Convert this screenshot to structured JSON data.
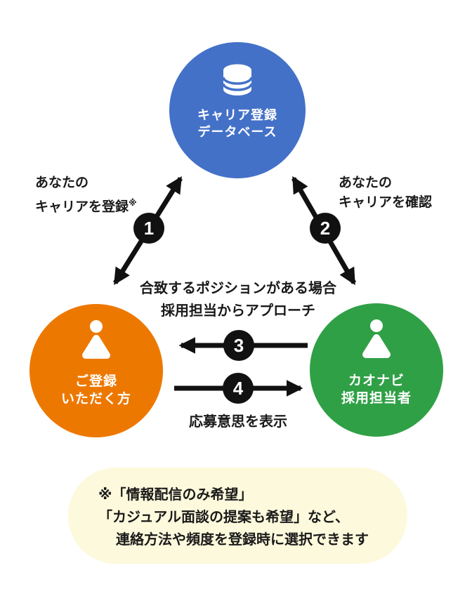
{
  "diagram": {
    "nodes": {
      "database": {
        "line1": "キャリア登録",
        "line2": "データベース",
        "color": "#4471C8",
        "icon": "database-icon"
      },
      "registrant": {
        "line1": "ご登録",
        "line2": "いただく方",
        "color": "#ED7800",
        "icon": "person-icon"
      },
      "recruiter": {
        "line1": "カオナビ",
        "line2": "採用担当者",
        "color": "#30A046",
        "icon": "person-icon"
      }
    },
    "arrows": {
      "register": {
        "num": "1",
        "line1": "あなたの",
        "line2": "キャリアを登録",
        "sup": "※"
      },
      "confirm": {
        "num": "2",
        "line1": "あなたの",
        "line2": "キャリアを確認"
      },
      "approach": {
        "num": "3",
        "line1": "合致するポジションがある場合",
        "line2": "採用担当からアプローチ"
      },
      "apply": {
        "num": "4",
        "label": "応募意思を表示"
      }
    },
    "note": {
      "bg_color": "#FDF9DC",
      "lines": [
        "※「情報配信のみ希望」",
        "「カジュアル面談の提案も希望」など、",
        "連絡方法や頻度を登録時に選択できます"
      ]
    },
    "arrow_color": "#111111"
  }
}
